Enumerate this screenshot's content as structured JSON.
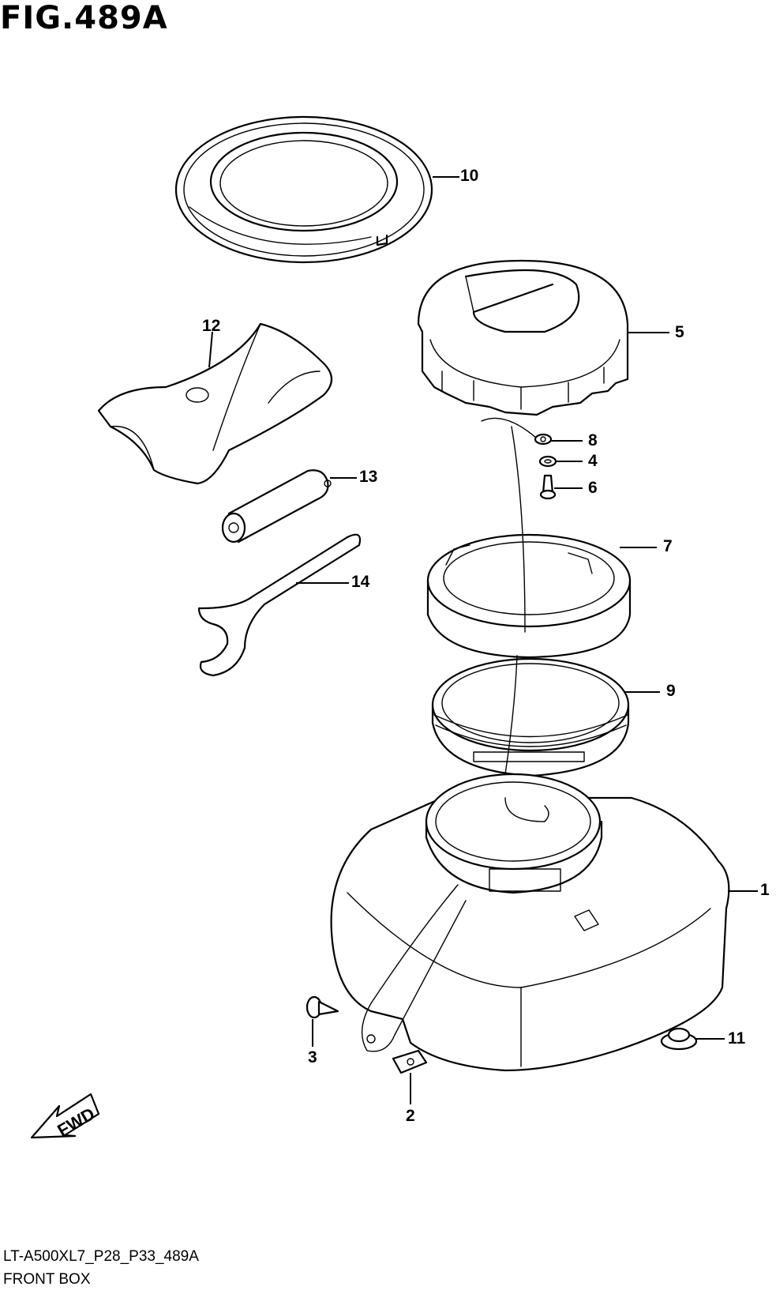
{
  "figure": {
    "title": "FIG.489A",
    "model_code": "LT-A500XL7_P28_P33_489A",
    "section_name": "FRONT BOX",
    "fwd_label": "FWD"
  },
  "callouts": {
    "c1": "1",
    "c2": "2",
    "c3": "3",
    "c4": "4",
    "c5": "5",
    "c6": "6",
    "c7": "7",
    "c8": "8",
    "c9": "9",
    "c10": "10",
    "c11": "11",
    "c12": "12",
    "c13": "13",
    "c14": "14"
  }
}
